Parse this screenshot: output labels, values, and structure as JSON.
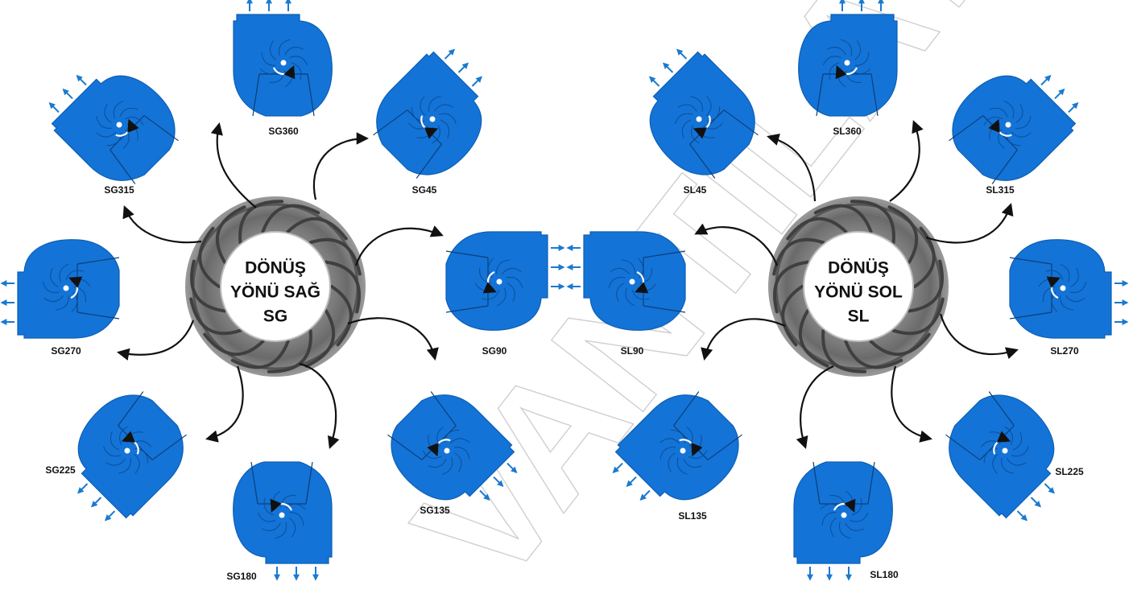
{
  "watermark": "VANTİLATÖR",
  "colors": {
    "fan": "#1473d6",
    "fan_edge": "#0d5fb5",
    "flow_arrow": "#1a7ad0",
    "hub": "#6e6e6e",
    "hub_dark": "#4a4a4a",
    "curve": "#111111"
  },
  "hubs": [
    {
      "id": "sg",
      "lines": [
        "DÖNÜŞ",
        "YÖNÜ SAĞ",
        "SG"
      ]
    },
    {
      "id": "sl",
      "lines": [
        "DÖNÜŞ",
        "YÖNÜ SOL",
        "SL"
      ]
    }
  ],
  "fans": [
    {
      "id": "SG360",
      "label": "SG360",
      "rotation": "right",
      "outlet_angle": 0
    },
    {
      "id": "SG45",
      "label": "SG45",
      "rotation": "right",
      "outlet_angle": 45
    },
    {
      "id": "SG90",
      "label": "SG90",
      "rotation": "right",
      "outlet_angle": 90
    },
    {
      "id": "SG135",
      "label": "SG135",
      "rotation": "right",
      "outlet_angle": 135
    },
    {
      "id": "SG180",
      "label": "SG180",
      "rotation": "right",
      "outlet_angle": 180
    },
    {
      "id": "SG225",
      "label": "SG225",
      "rotation": "right",
      "outlet_angle": 225
    },
    {
      "id": "SG270",
      "label": "SG270",
      "rotation": "right",
      "outlet_angle": 270
    },
    {
      "id": "SG315",
      "label": "SG315",
      "rotation": "right",
      "outlet_angle": 315
    },
    {
      "id": "SL360",
      "label": "SL360",
      "rotation": "left",
      "outlet_angle": 0
    },
    {
      "id": "SL45",
      "label": "SL45",
      "rotation": "left",
      "outlet_angle": 315
    },
    {
      "id": "SL90",
      "label": "SL90",
      "rotation": "left",
      "outlet_angle": 270
    },
    {
      "id": "SL135",
      "label": "SL135",
      "rotation": "left",
      "outlet_angle": 225
    },
    {
      "id": "SL180",
      "label": "SL180",
      "rotation": "left",
      "outlet_angle": 180
    },
    {
      "id": "SL225",
      "label": "SL225",
      "rotation": "left",
      "outlet_angle": 135
    },
    {
      "id": "SL270",
      "label": "SL270",
      "rotation": "left",
      "outlet_angle": 90
    },
    {
      "id": "SL315",
      "label": "SL315",
      "rotation": "left",
      "outlet_angle": 45
    }
  ]
}
